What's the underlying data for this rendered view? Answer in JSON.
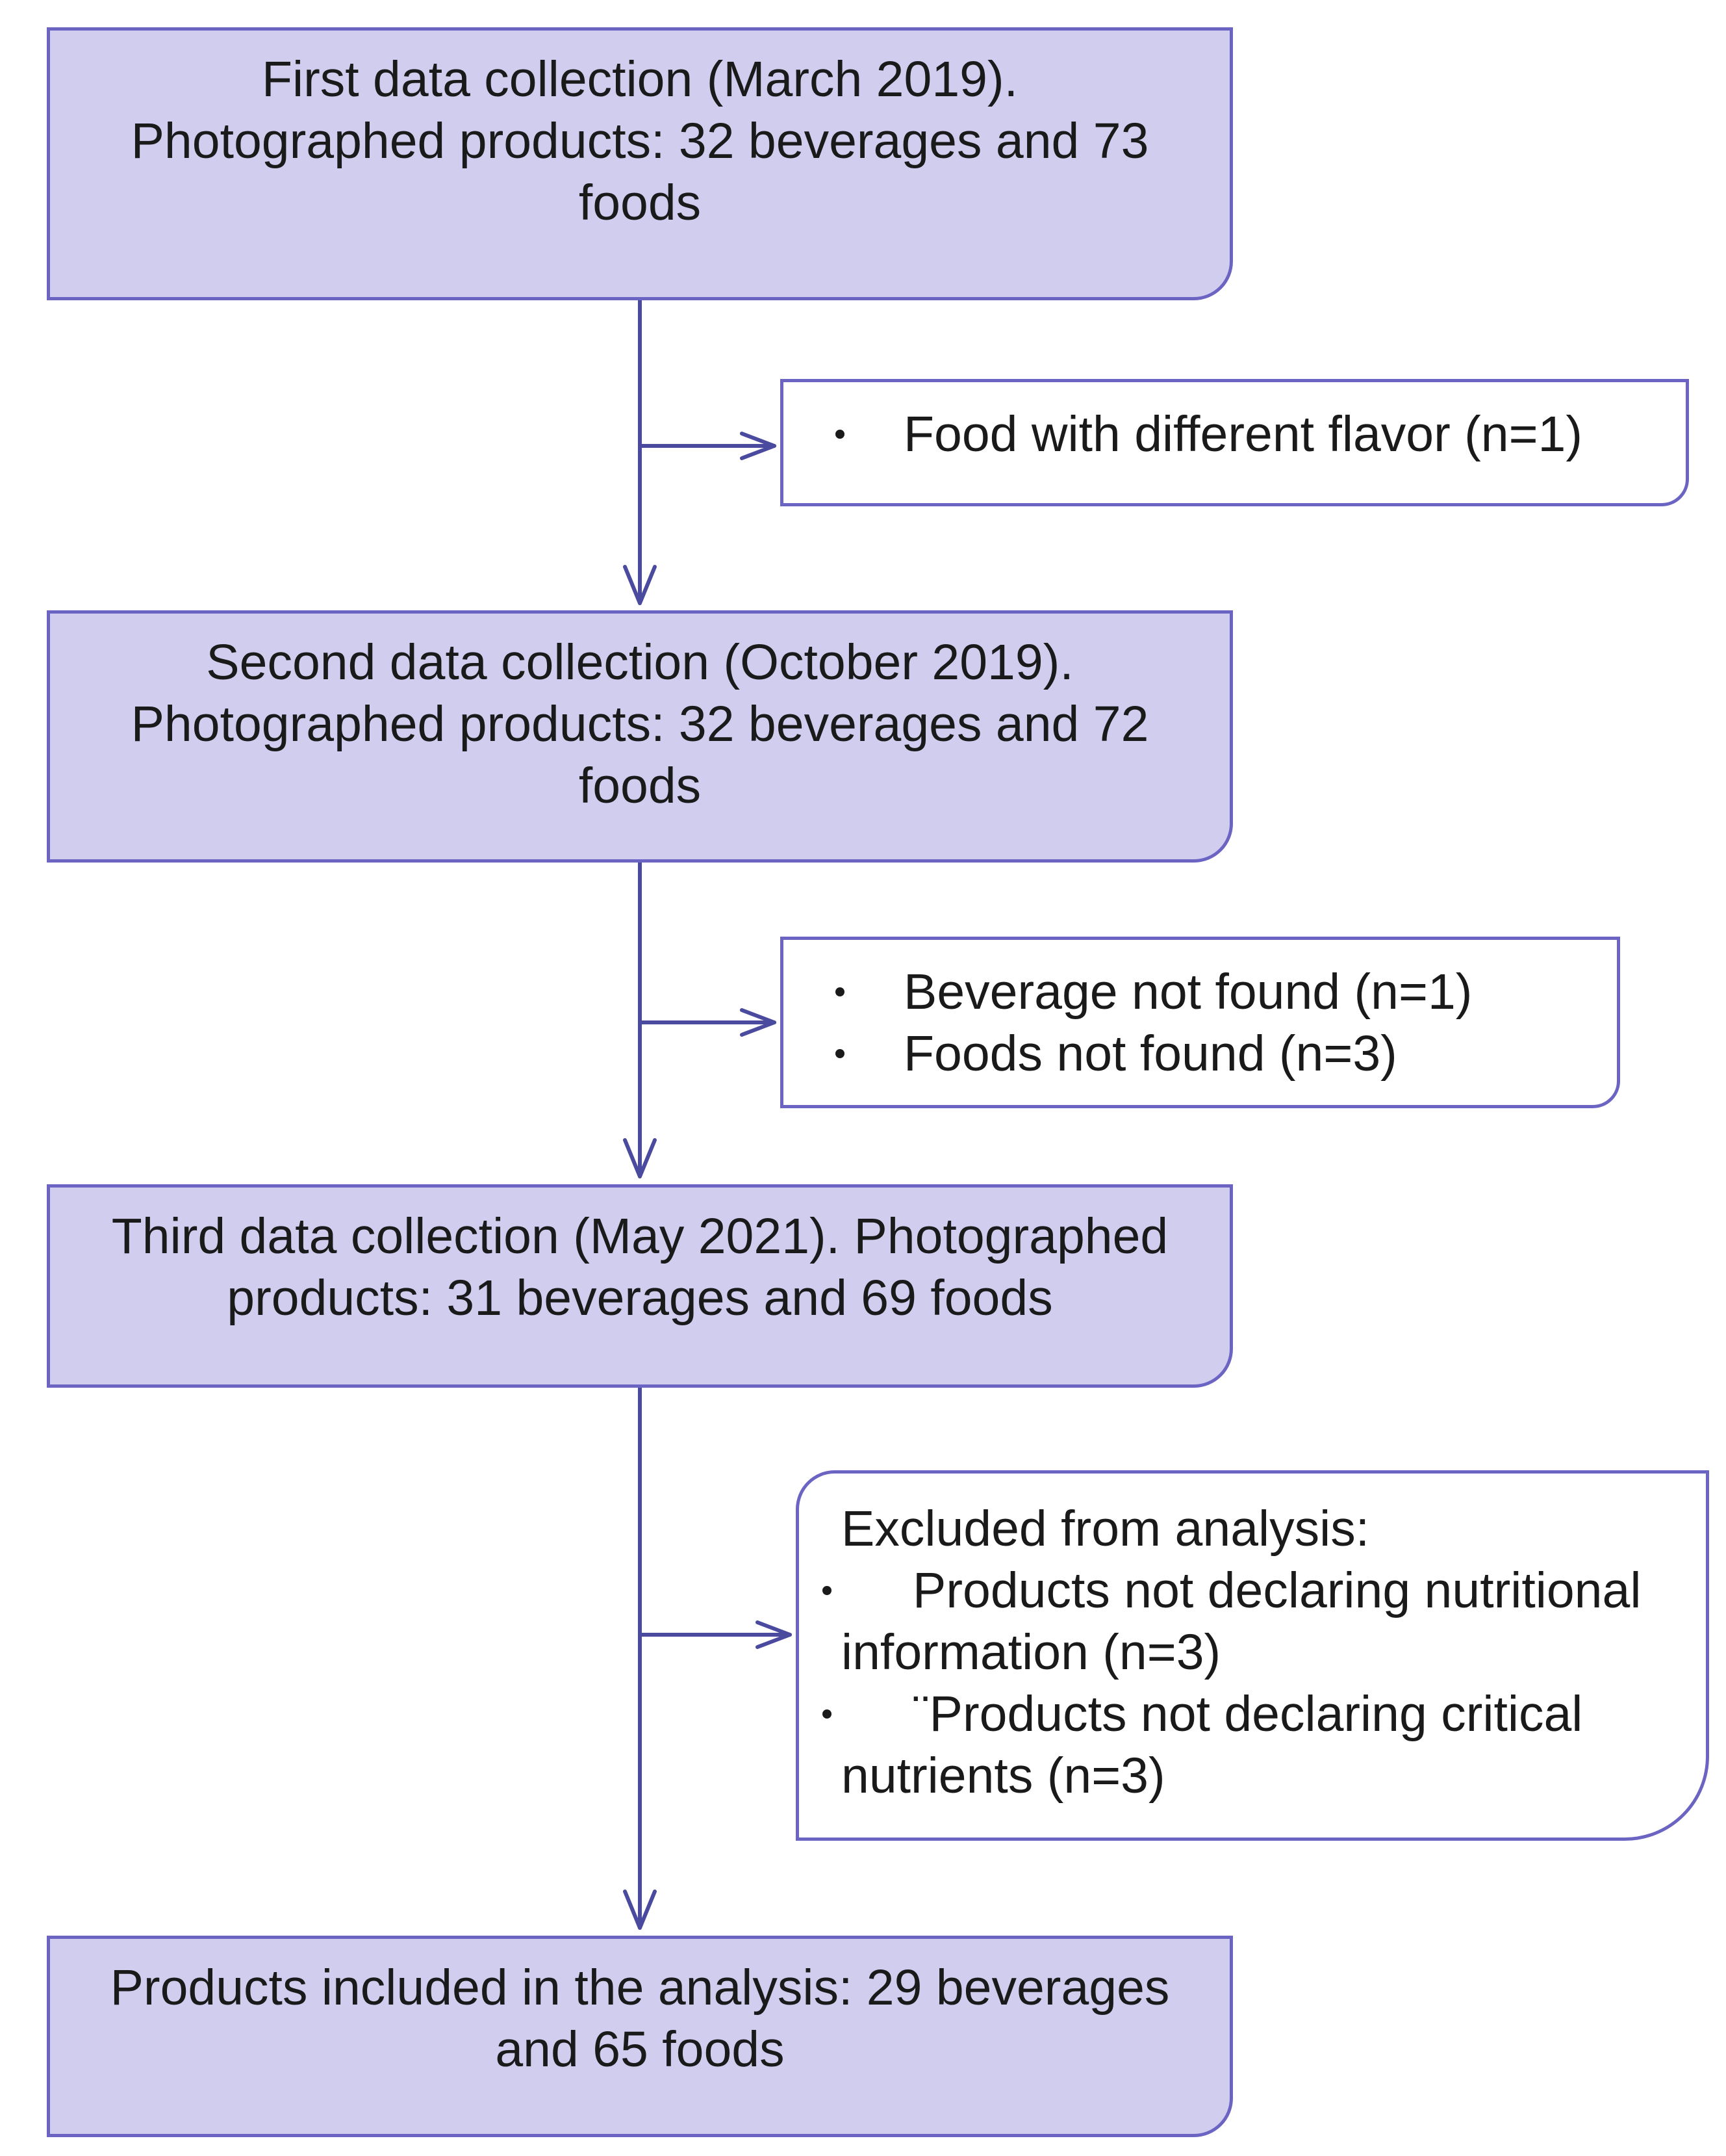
{
  "colors": {
    "box_fill": "#d0cdef",
    "box_border": "#6b64c2",
    "arrow": "#4a4a9e",
    "exclusion_fill": "#ffffff"
  },
  "stages": [
    {
      "lines": [
        "First data collection (March 2019).",
        "Photographed products: 32 beverages and 73",
        "foods"
      ]
    },
    {
      "lines": [
        "Second data collection (October 2019).",
        "Photographed products: 32 beverages and 72",
        "foods"
      ]
    },
    {
      "lines": [
        "Third data collection (May 2021). Photographed",
        "products: 31 beverages and 69 foods"
      ]
    },
    {
      "lines": [
        "Products included in the analysis: 29 beverages",
        "and 65 foods"
      ]
    }
  ],
  "exclusions": [
    {
      "items": [
        "Food with different flavor (n=1)"
      ]
    },
    {
      "items": [
        "Beverage not found (n=1)",
        "Foods not found (n=3)"
      ]
    },
    {
      "heading": "Excluded from analysis:",
      "items": [
        {
          "line1": "Products not declaring nutritional",
          "line2": "information (n=3)"
        },
        {
          "line1": "¨Products not declaring critical",
          "line2": "nutrients (n=3)"
        }
      ]
    }
  ]
}
